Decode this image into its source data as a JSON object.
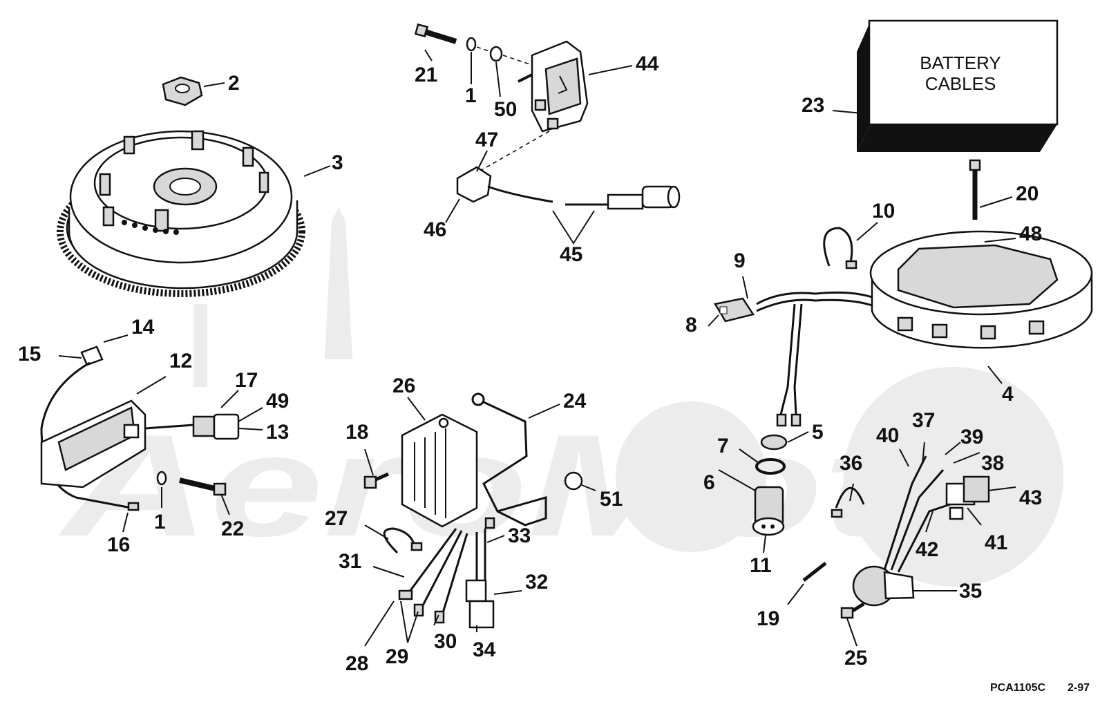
{
  "battery_box": {
    "line1": "BATTERY",
    "line2": "CABLES"
  },
  "footer": {
    "code": "PCA1105C",
    "date": "2-97"
  },
  "watermark": {
    "text": "AeroMoto"
  },
  "callouts": [
    {
      "id": "c2",
      "n": "2"
    },
    {
      "id": "c3",
      "n": "3"
    },
    {
      "id": "c21",
      "n": "21"
    },
    {
      "id": "c1a",
      "n": "1"
    },
    {
      "id": "c50",
      "n": "50"
    },
    {
      "id": "c44",
      "n": "44"
    },
    {
      "id": "c47",
      "n": "47"
    },
    {
      "id": "c46",
      "n": "46"
    },
    {
      "id": "c45",
      "n": "45"
    },
    {
      "id": "c23",
      "n": "23"
    },
    {
      "id": "c20",
      "n": "20"
    },
    {
      "id": "c48",
      "n": "48"
    },
    {
      "id": "c10",
      "n": "10"
    },
    {
      "id": "c9",
      "n": "9"
    },
    {
      "id": "c8",
      "n": "8"
    },
    {
      "id": "c4",
      "n": "4"
    },
    {
      "id": "c14",
      "n": "14"
    },
    {
      "id": "c15",
      "n": "15"
    },
    {
      "id": "c12",
      "n": "12"
    },
    {
      "id": "c17",
      "n": "17"
    },
    {
      "id": "c49",
      "n": "49"
    },
    {
      "id": "c13",
      "n": "13"
    },
    {
      "id": "c1b",
      "n": "1"
    },
    {
      "id": "c22",
      "n": "22"
    },
    {
      "id": "c16",
      "n": "16"
    },
    {
      "id": "c26",
      "n": "26"
    },
    {
      "id": "c24",
      "n": "24"
    },
    {
      "id": "c18",
      "n": "18"
    },
    {
      "id": "c51",
      "n": "51"
    },
    {
      "id": "c27",
      "n": "27"
    },
    {
      "id": "c33",
      "n": "33"
    },
    {
      "id": "c31",
      "n": "31"
    },
    {
      "id": "c32",
      "n": "32"
    },
    {
      "id": "c28",
      "n": "28"
    },
    {
      "id": "c29",
      "n": "29"
    },
    {
      "id": "c30",
      "n": "30"
    },
    {
      "id": "c34",
      "n": "34"
    },
    {
      "id": "c5",
      "n": "5"
    },
    {
      "id": "c7",
      "n": "7"
    },
    {
      "id": "c6",
      "n": "6"
    },
    {
      "id": "c11",
      "n": "11"
    },
    {
      "id": "c36",
      "n": "36"
    },
    {
      "id": "c40",
      "n": "40"
    },
    {
      "id": "c37",
      "n": "37"
    },
    {
      "id": "c39",
      "n": "39"
    },
    {
      "id": "c38",
      "n": "38"
    },
    {
      "id": "c43",
      "n": "43"
    },
    {
      "id": "c42",
      "n": "42"
    },
    {
      "id": "c41",
      "n": "41"
    },
    {
      "id": "c35",
      "n": "35"
    },
    {
      "id": "c19",
      "n": "19"
    },
    {
      "id": "c25",
      "n": "25"
    }
  ]
}
